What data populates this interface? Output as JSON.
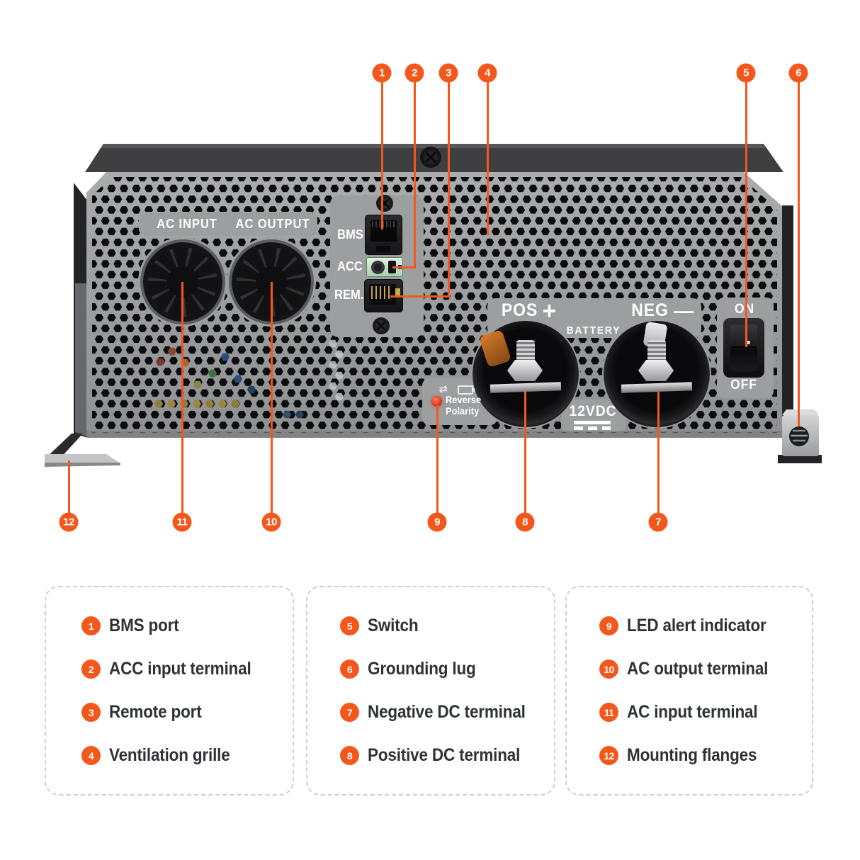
{
  "accent_color": "#F4571B",
  "panel": {
    "ac_input": "AC INPUT",
    "ac_output": "AC OUTPUT",
    "bms": "BMS",
    "acc": "ACC",
    "rem": "REM.",
    "pos": "POS",
    "pos_sign": "+",
    "neg": "NEG",
    "neg_sign": "—",
    "battery": "BATTERY",
    "vdc": "12VDC",
    "on": "ON",
    "off": "OFF",
    "reverse_line1": "Reverse",
    "reverse_line2": "Polarity"
  },
  "icons": {
    "swap_arrows": "⇄",
    "battery": "battery-outline-icon"
  },
  "callouts_top": [
    "1",
    "2",
    "3",
    "4",
    "5",
    "6"
  ],
  "callouts_bottom": [
    "12",
    "11",
    "10",
    "9",
    "8",
    "7"
  ],
  "legend": [
    {
      "items": [
        {
          "num": "1",
          "label": "BMS port"
        },
        {
          "num": "2",
          "label": "ACC input terminal"
        },
        {
          "num": "3",
          "label": "Remote port"
        },
        {
          "num": "4",
          "label": "Ventilation grille"
        }
      ]
    },
    {
      "items": [
        {
          "num": "5",
          "label": "Switch"
        },
        {
          "num": "6",
          "label": "Grounding lug"
        },
        {
          "num": "7",
          "label": "Negative DC terminal"
        },
        {
          "num": "8",
          "label": "Positive DC terminal"
        }
      ]
    },
    {
      "items": [
        {
          "num": "9",
          "label": "LED alert indicator"
        },
        {
          "num": "10",
          "label": "AC output terminal"
        },
        {
          "num": "11",
          "label": "AC input terminal"
        },
        {
          "num": "12",
          "label": "Mounting flanges"
        }
      ]
    }
  ]
}
